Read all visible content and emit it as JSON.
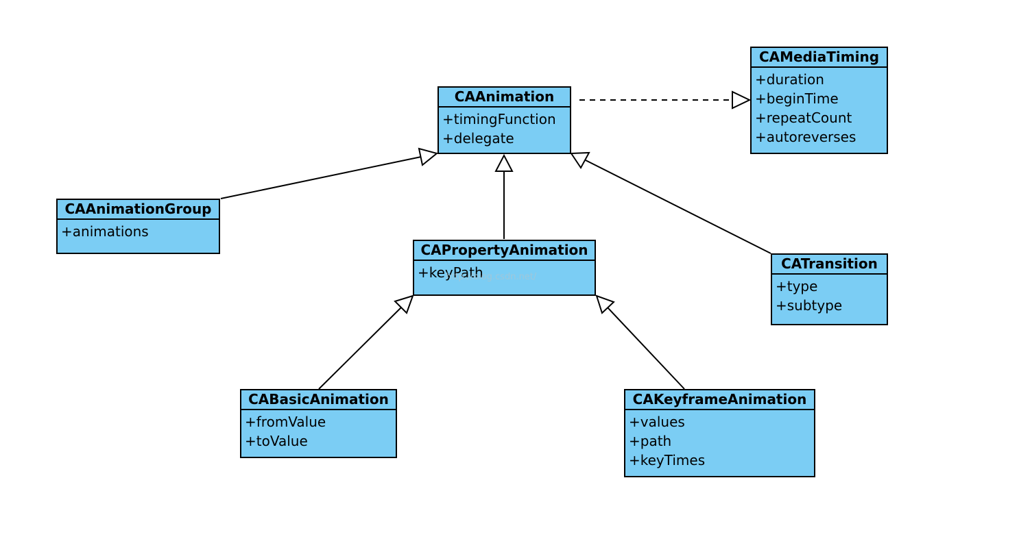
{
  "classes": {
    "caanimation": {
      "name": "CAAnimation",
      "attributes": [
        "+timingFunction",
        "+delegate"
      ]
    },
    "camediatiming": {
      "name": "CAMediaTiming",
      "attributes": [
        "+duration",
        "+beginTime",
        "+repeatCount",
        "+autoreverses"
      ]
    },
    "caanimationgroup": {
      "name": "CAAnimationGroup",
      "attributes": [
        "+animations"
      ]
    },
    "capropertyanimation": {
      "name": "CAPropertyAnimation",
      "attributes": [
        "+keyPath"
      ]
    },
    "catransition": {
      "name": "CATransition",
      "attributes": [
        "+type",
        "+subtype"
      ]
    },
    "cabasicanimation": {
      "name": "CABasicAnimation",
      "attributes": [
        "+fromValue",
        "+toValue"
      ]
    },
    "cakeyframeanimation": {
      "name": "CAKeyframeAnimation",
      "attributes": [
        "+values",
        "+path",
        "+keyTimes"
      ]
    }
  },
  "relations": [
    {
      "from": "caanimation",
      "to": "camediatiming",
      "kind": "realization"
    },
    {
      "from": "caanimationgroup",
      "to": "caanimation",
      "kind": "generalization"
    },
    {
      "from": "capropertyanimation",
      "to": "caanimation",
      "kind": "generalization"
    },
    {
      "from": "catransition",
      "to": "caanimation",
      "kind": "generalization"
    },
    {
      "from": "cabasicanimation",
      "to": "capropertyanimation",
      "kind": "generalization"
    },
    {
      "from": "cakeyframeanimation",
      "to": "capropertyanimation",
      "kind": "generalization"
    }
  ],
  "colors": {
    "class_fill": "#7bcdf4",
    "line": "#000000"
  },
  "watermark": "http://blog.csdn.net/"
}
